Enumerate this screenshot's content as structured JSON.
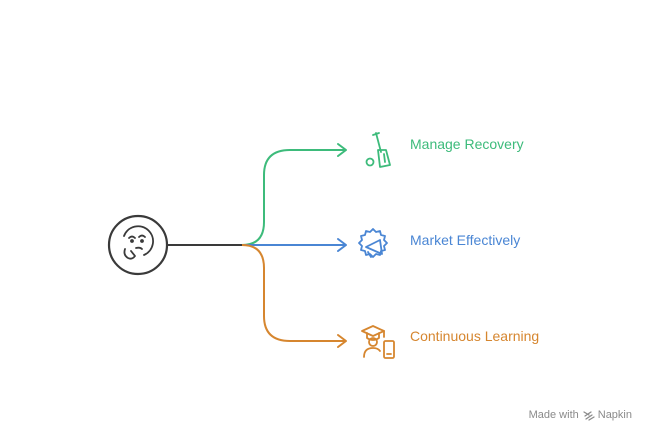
{
  "branches": [
    {
      "label": "Manage Recovery",
      "icon": "shovel-icon",
      "color": "#3dbb7b"
    },
    {
      "label": "Market Effectively",
      "icon": "megaphone-icon",
      "color": "#4a86d4"
    },
    {
      "label": "Continuous Learning",
      "icon": "student-phone-icon",
      "color": "#d6862f"
    }
  ],
  "root": {
    "icon": "thinking-face-icon",
    "color": "#3a3a3a"
  },
  "watermark": {
    "prefix": "Made with",
    "brand": "Napkin"
  }
}
